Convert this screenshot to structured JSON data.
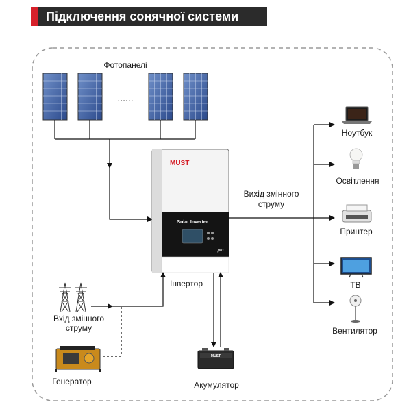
{
  "header": {
    "title": "Підключення сонячної системи"
  },
  "labels": {
    "solar_panels": "Фотопанелі",
    "dots": "......",
    "inverter": "Інвертор",
    "ac_output_line1": "Вихід змінного",
    "ac_output_line2": "струму",
    "grid_line1": "Вхід змінного",
    "grid_line2": "струму",
    "generator": "Генератор",
    "battery": "Акумулятор"
  },
  "inverter_device": {
    "brand": "MUST",
    "product": "Solar Inverter",
    "badge": "pro"
  },
  "battery_device": {
    "brand": "MUST"
  },
  "loads": [
    {
      "id": "laptop",
      "label": "Ноутбук",
      "icon": "laptop-icon"
    },
    {
      "id": "light",
      "label": "Освітлення",
      "icon": "light-bulb-icon"
    },
    {
      "id": "printer",
      "label": "Принтер",
      "icon": "printer-icon"
    },
    {
      "id": "tv",
      "label": "ТВ",
      "icon": "tv-icon"
    },
    {
      "id": "fan",
      "label": "Вентилятор",
      "icon": "fan-icon"
    }
  ],
  "colors": {
    "header_bg": "#2b2b2b",
    "accent": "#d6202a",
    "lines": "#111111",
    "border": "#9a9a9a"
  }
}
